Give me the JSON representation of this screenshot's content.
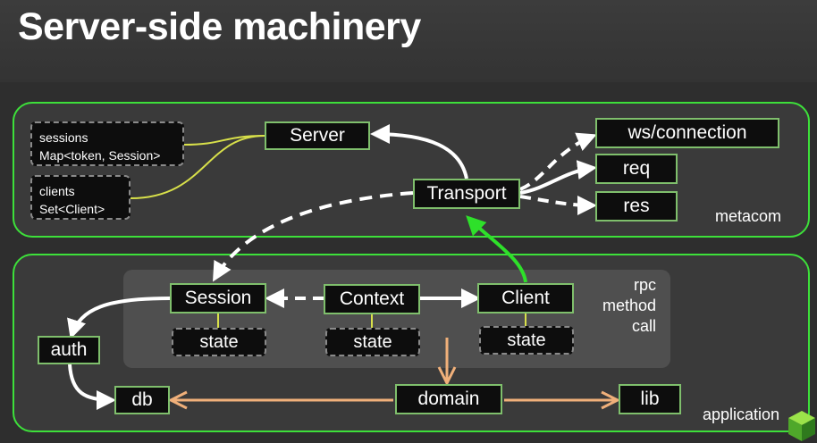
{
  "title": "Server-side machinery",
  "regions": {
    "metacom": "metacom",
    "application": "application"
  },
  "rpc": {
    "line1": "rpc",
    "line2": "method",
    "line3": "call"
  },
  "nodes": {
    "server": "Server",
    "transport": "Transport",
    "ws": "ws/connection",
    "req": "req",
    "res": "res",
    "sessions_line1": "sessions",
    "sessions_line2": "Map<token, Session>",
    "clients_line1": "clients",
    "clients_line2": "Set<Client>",
    "session": "Session",
    "context": "Context",
    "client": "Client",
    "state1": "state",
    "state2": "state",
    "state3": "state",
    "auth": "auth",
    "db": "db",
    "domain": "domain",
    "lib": "lib"
  },
  "colors": {
    "region_border": "#3de03a",
    "node_border": "#7fbf6c",
    "arrow_white": "#ffffff",
    "arrow_green": "#2ee02a",
    "arrow_orange": "#f0b07a",
    "link_yellow": "#d8e04a"
  },
  "logo": "green-cube-logo"
}
